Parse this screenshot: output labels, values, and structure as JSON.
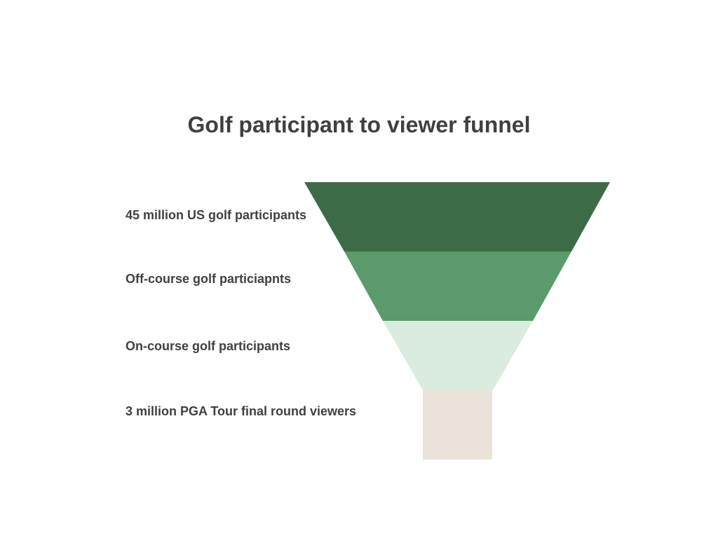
{
  "title": "Golf participant to viewer funnel",
  "stages": [
    {
      "label": "45 million US golf participants",
      "color": "#3d6b48"
    },
    {
      "label": "Off-course golf particiapnts",
      "color": "#5b9a6a"
    },
    {
      "label": "On-course golf participants",
      "color": "#daecdf"
    },
    {
      "label": "3 million PGA Tour final round viewers",
      "color": "#ebe3da"
    }
  ]
}
